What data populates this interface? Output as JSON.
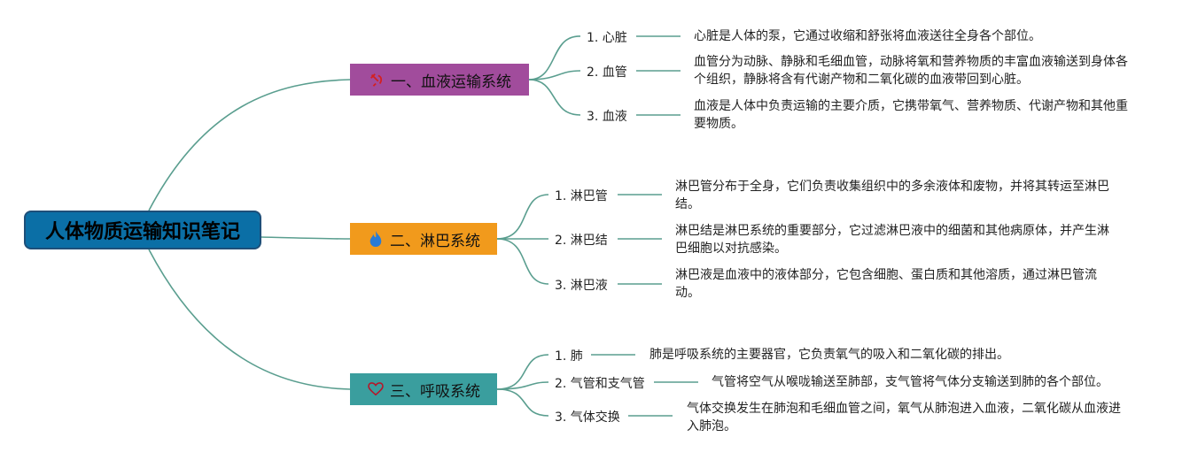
{
  "root": {
    "title": "人体物质运输知识笔记"
  },
  "colors": {
    "link": "#5a9e8f",
    "root_bg": "#0b6fa6",
    "branch1": "#a14c9c",
    "branch2": "#f19a1c",
    "branch3": "#3a9e9e"
  },
  "branches": [
    {
      "label": "一、血液运输系统",
      "icon": "hammer-sickle-icon",
      "items": [
        {
          "label": "1. 心脏",
          "desc": "心脏是人体的泵，它通过收缩和舒张将血液送往全身各个部位。"
        },
        {
          "label": "2. 血管",
          "desc": "血管分为动脉、静脉和毛细血管，动脉将氧和营养物质的丰富血液输送到身体各个组织，静脉将含有代谢产物和二氧化碳的血液带回到心脏。"
        },
        {
          "label": "3. 血液",
          "desc": "血液是人体中负责运输的主要介质，它携带氧气、营养物质、代谢产物和其他重要物质。"
        }
      ]
    },
    {
      "label": "二、淋巴系统",
      "icon": "fire-icon",
      "items": [
        {
          "label": "1. 淋巴管",
          "desc": "淋巴管分布于全身，它们负责收集组织中的多余液体和废物，并将其转运至淋巴结。"
        },
        {
          "label": "2. 淋巴结",
          "desc": "淋巴结是淋巴系统的重要部分，它过滤淋巴液中的细菌和其他病原体，并产生淋巴细胞以对抗感染。"
        },
        {
          "label": "3. 淋巴液",
          "desc": "淋巴液是血液中的液体部分，它包含细胞、蛋白质和其他溶质，通过淋巴管流动。"
        }
      ]
    },
    {
      "label": "三、呼吸系统",
      "icon": "heart-outline-icon",
      "items": [
        {
          "label": "1. 肺",
          "desc": "肺是呼吸系统的主要器官，它负责氧气的吸入和二氧化碳的排出。"
        },
        {
          "label": "2. 气管和支气管",
          "desc": "气管将空气从喉咙输送至肺部，支气管将气体分支输送到肺的各个部位。"
        },
        {
          "label": "3. 气体交换",
          "desc": "气体交换发生在肺泡和毛细血管之间，氧气从肺泡进入血液，二氧化碳从血液进入肺泡。"
        }
      ]
    }
  ]
}
